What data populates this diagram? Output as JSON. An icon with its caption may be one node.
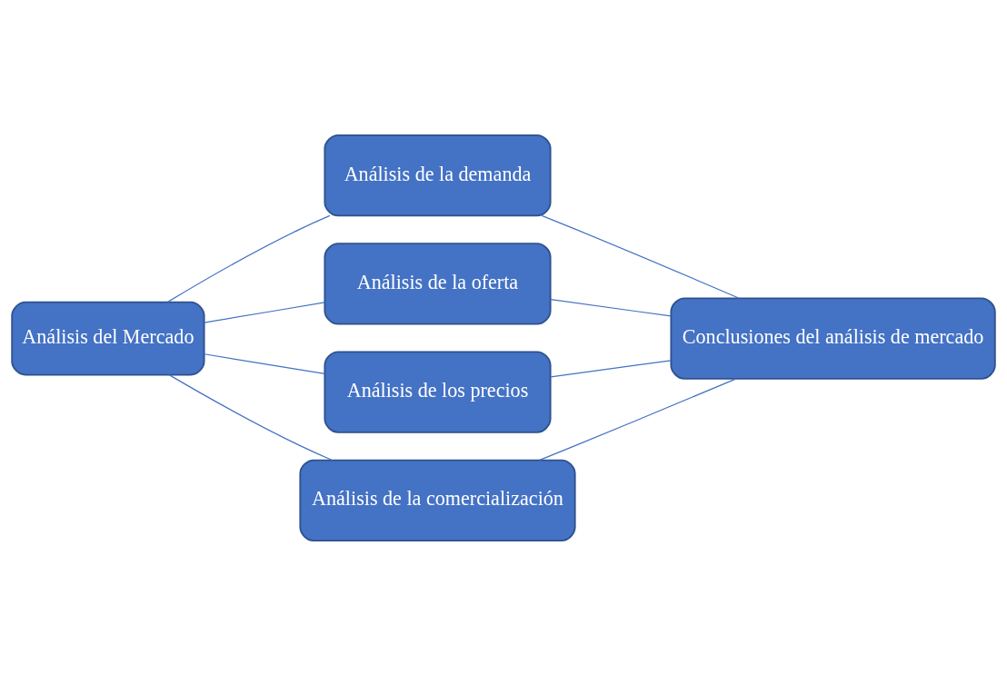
{
  "diagram": {
    "nodes": [
      {
        "text": [
          "Análisis del Mercado"
        ]
      },
      {
        "text": [
          "Análisis de la demanda"
        ]
      },
      {
        "text": [
          "Análisis de la oferta"
        ]
      },
      {
        "text": [
          "Análisis de los precios"
        ]
      },
      {
        "text": [
          "Análisis de la comercialización"
        ]
      },
      {
        "text": [
          "Conclusiones del análisis de mercado"
        ]
      }
    ],
    "edges": [
      {
        "from": 0,
        "to": 1,
        "arrow": "none"
      },
      {
        "from": 0,
        "to": 2,
        "arrow": "none"
      },
      {
        "from": 0,
        "to": 3,
        "arrow": "none"
      },
      {
        "from": 0,
        "to": 4,
        "arrow": "none"
      },
      {
        "from": 1,
        "to": 5,
        "arrow": "none"
      },
      {
        "from": 2,
        "to": 5,
        "arrow": "none"
      },
      {
        "from": 3,
        "to": 5,
        "arrow": "none"
      },
      {
        "from": 4,
        "to": 5,
        "arrow": "none"
      }
    ]
  }
}
